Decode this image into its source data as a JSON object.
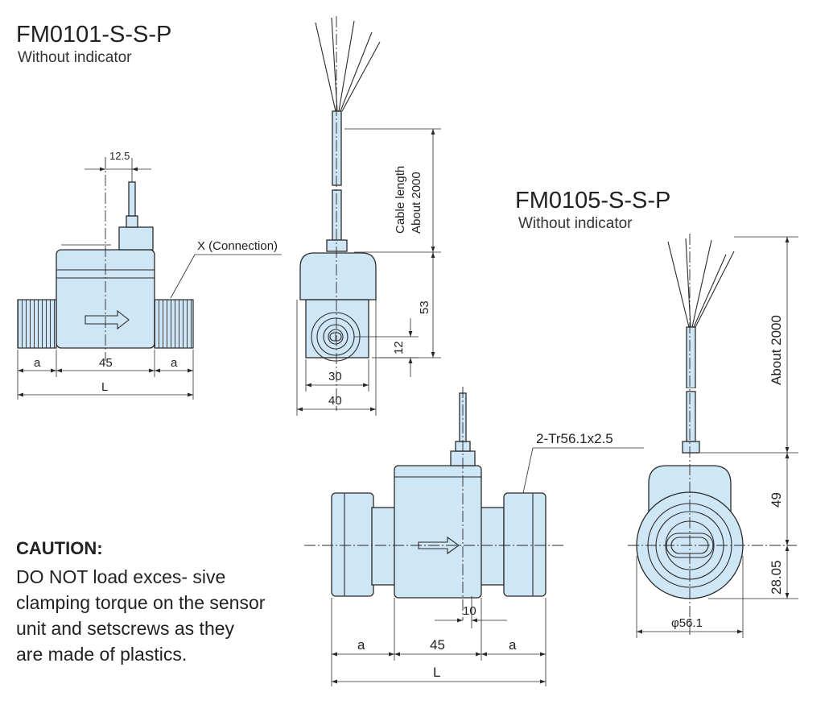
{
  "model1": {
    "title": "FM0101-S-S-P",
    "subtitle": "Without indicator",
    "dims": {
      "offset": "12.5",
      "connection": "X (Connection)",
      "a_left": "a",
      "body": "45",
      "a_right": "a",
      "L": "L",
      "cable": "Cable length",
      "cable_about": "About 2000",
      "height": "53",
      "center": "12",
      "width_inner": "30",
      "width_outer": "40"
    }
  },
  "model2": {
    "title": "FM0105-S-S-P",
    "subtitle": "Without indicator",
    "dims": {
      "thread": "2-Tr56.1x2.5",
      "about": "About 2000",
      "height": "49",
      "radius": "28.05",
      "diameter": "φ56.1",
      "offset": "10",
      "a_left": "a",
      "body": "45",
      "a_right": "a",
      "L": "L"
    }
  },
  "caution": {
    "title": "CAUTION:",
    "text": "DO NOT load exces- sive clamping torque on the sensor unit and setscrews as they are made of plastics."
  }
}
